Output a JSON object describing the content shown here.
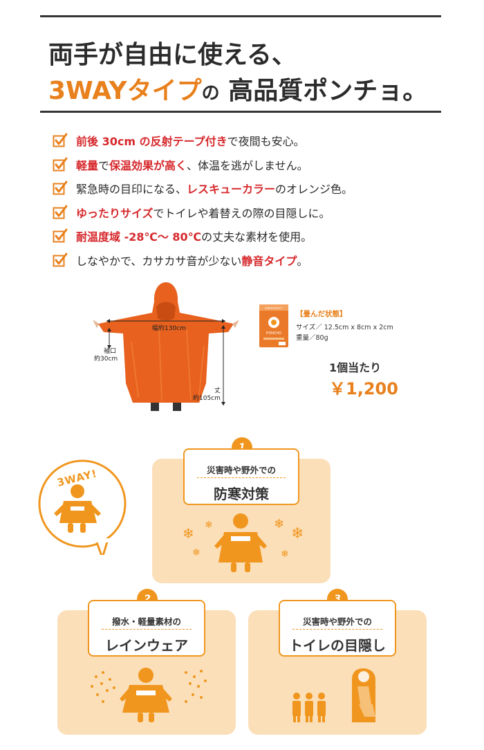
{
  "headline": {
    "line1": "両手が自由に使える、",
    "line2_orange": "3WAYタイプ",
    "line2_no": "の",
    "line2_rest": "高品質ポンチョ。"
  },
  "features": [
    {
      "parts": [
        {
          "t": "前後 30cm の反射テープ付き",
          "hl": true
        },
        {
          "t": "で夜間も安心。",
          "hl": false
        }
      ]
    },
    {
      "parts": [
        {
          "t": "軽量",
          "hl": true
        },
        {
          "t": "で",
          "hl": false
        },
        {
          "t": "保温効果が高く",
          "hl": true
        },
        {
          "t": "、体温を逃がしません。",
          "hl": false
        }
      ]
    },
    {
      "parts": [
        {
          "t": "緊急時の目印になる、",
          "hl": false
        },
        {
          "t": "レスキューカラー",
          "hl": true
        },
        {
          "t": "のオレンジ色。",
          "hl": false
        }
      ]
    },
    {
      "parts": [
        {
          "t": "ゆったりサイズ",
          "hl": true
        },
        {
          "t": "でトイレや着替えの際の目隠しに。",
          "hl": false
        }
      ]
    },
    {
      "parts": [
        {
          "t": "耐温度域 -28℃～ 80℃",
          "hl": true
        },
        {
          "t": "の丈夫な素材を使用。",
          "hl": false
        }
      ]
    },
    {
      "parts": [
        {
          "t": "しなやかで、カサカサ音が少ない",
          "hl": false
        },
        {
          "t": "静音タイプ",
          "hl": true
        },
        {
          "t": "。",
          "hl": false
        }
      ]
    }
  ],
  "dimensions": {
    "width": "幅約130cm",
    "sleeve_line1": "袖口",
    "sleeve_line2": "約30cm",
    "length_line1": "丈",
    "length_line2": "約105cm"
  },
  "pack": {
    "label_top": "EMERGENCY",
    "label_brand": "PONCHO",
    "title": "【畳んだ状態】",
    "size": "サイズ／ 12.5cm x 8cm x 2cm",
    "weight": "重量／80g"
  },
  "price": {
    "label": "1個当たり",
    "value": "￥1,200"
  },
  "bubble": {
    "text": "3WAY!"
  },
  "uses": [
    {
      "num": "1",
      "sub": "災害時や野外での",
      "main": "防寒対策"
    },
    {
      "num": "2",
      "sub": "撥水・軽量素材の",
      "main": "レインウェア"
    },
    {
      "num": "3",
      "sub": "災害時や野外での",
      "main": "トイレの目隠し"
    }
  ],
  "colors": {
    "accent_orange": "#e8801c",
    "highlight_red": "#d6282c",
    "panel_peach": "#fbdfb9",
    "poncho_orange": "#e8611e"
  }
}
